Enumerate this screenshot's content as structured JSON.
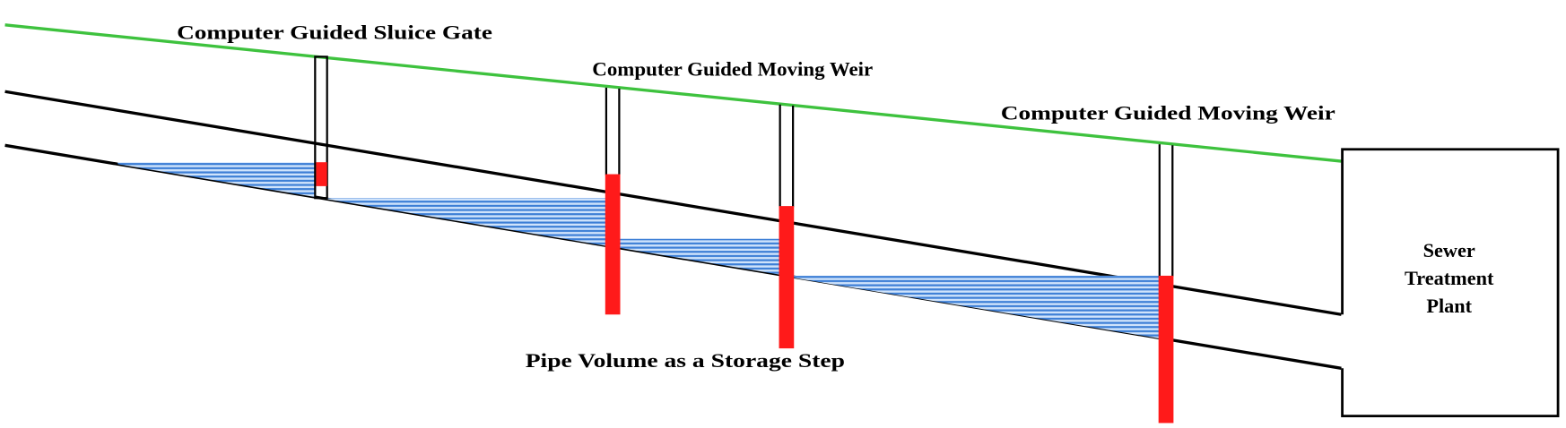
{
  "labels": {
    "sluice_gate": "Computer Guided Sluice Gate",
    "weir_1": "Computer Guided Moving Weir",
    "weir_2": "Computer Guided Moving Weir",
    "storage": "Pipe Volume as a Storage Step",
    "plant_line1": "Sewer",
    "plant_line2": "Treatment",
    "plant_line3": "Plant"
  },
  "colors": {
    "ground_line": "#3ec23e",
    "pipe": "#000000",
    "gate_fill": "#ff1a1a",
    "water_dark": "#3d7fd6",
    "water_light": "#cfe3fb"
  }
}
